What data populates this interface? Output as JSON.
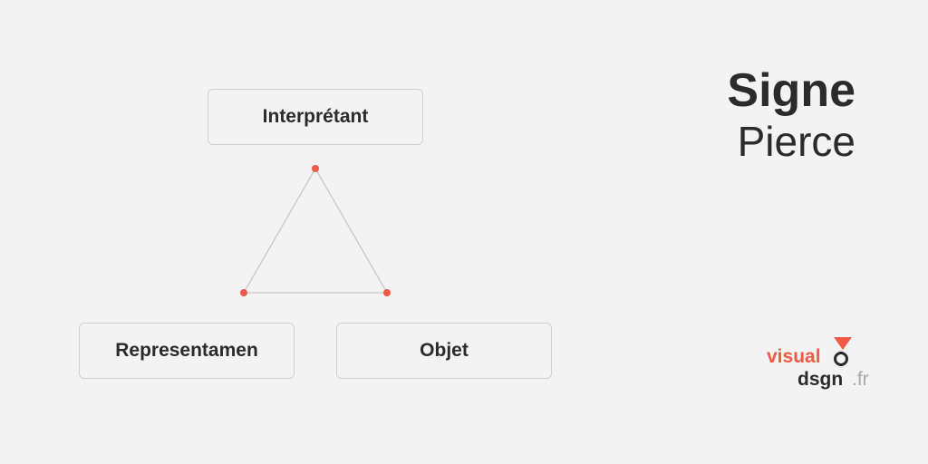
{
  "title": {
    "line1": "Signe",
    "line2": "Pierce"
  },
  "nodes": {
    "interpretant": "Interprétant",
    "representamen": "Representamen",
    "objet": "Objet"
  },
  "logo": {
    "word1": "visual",
    "word2": "dsgn",
    "suffix": ".fr"
  },
  "colors": {
    "background": "#f3f3f3",
    "accent": "#f25a45",
    "text": "#2b2b2b",
    "line": "#c8c8c8"
  }
}
